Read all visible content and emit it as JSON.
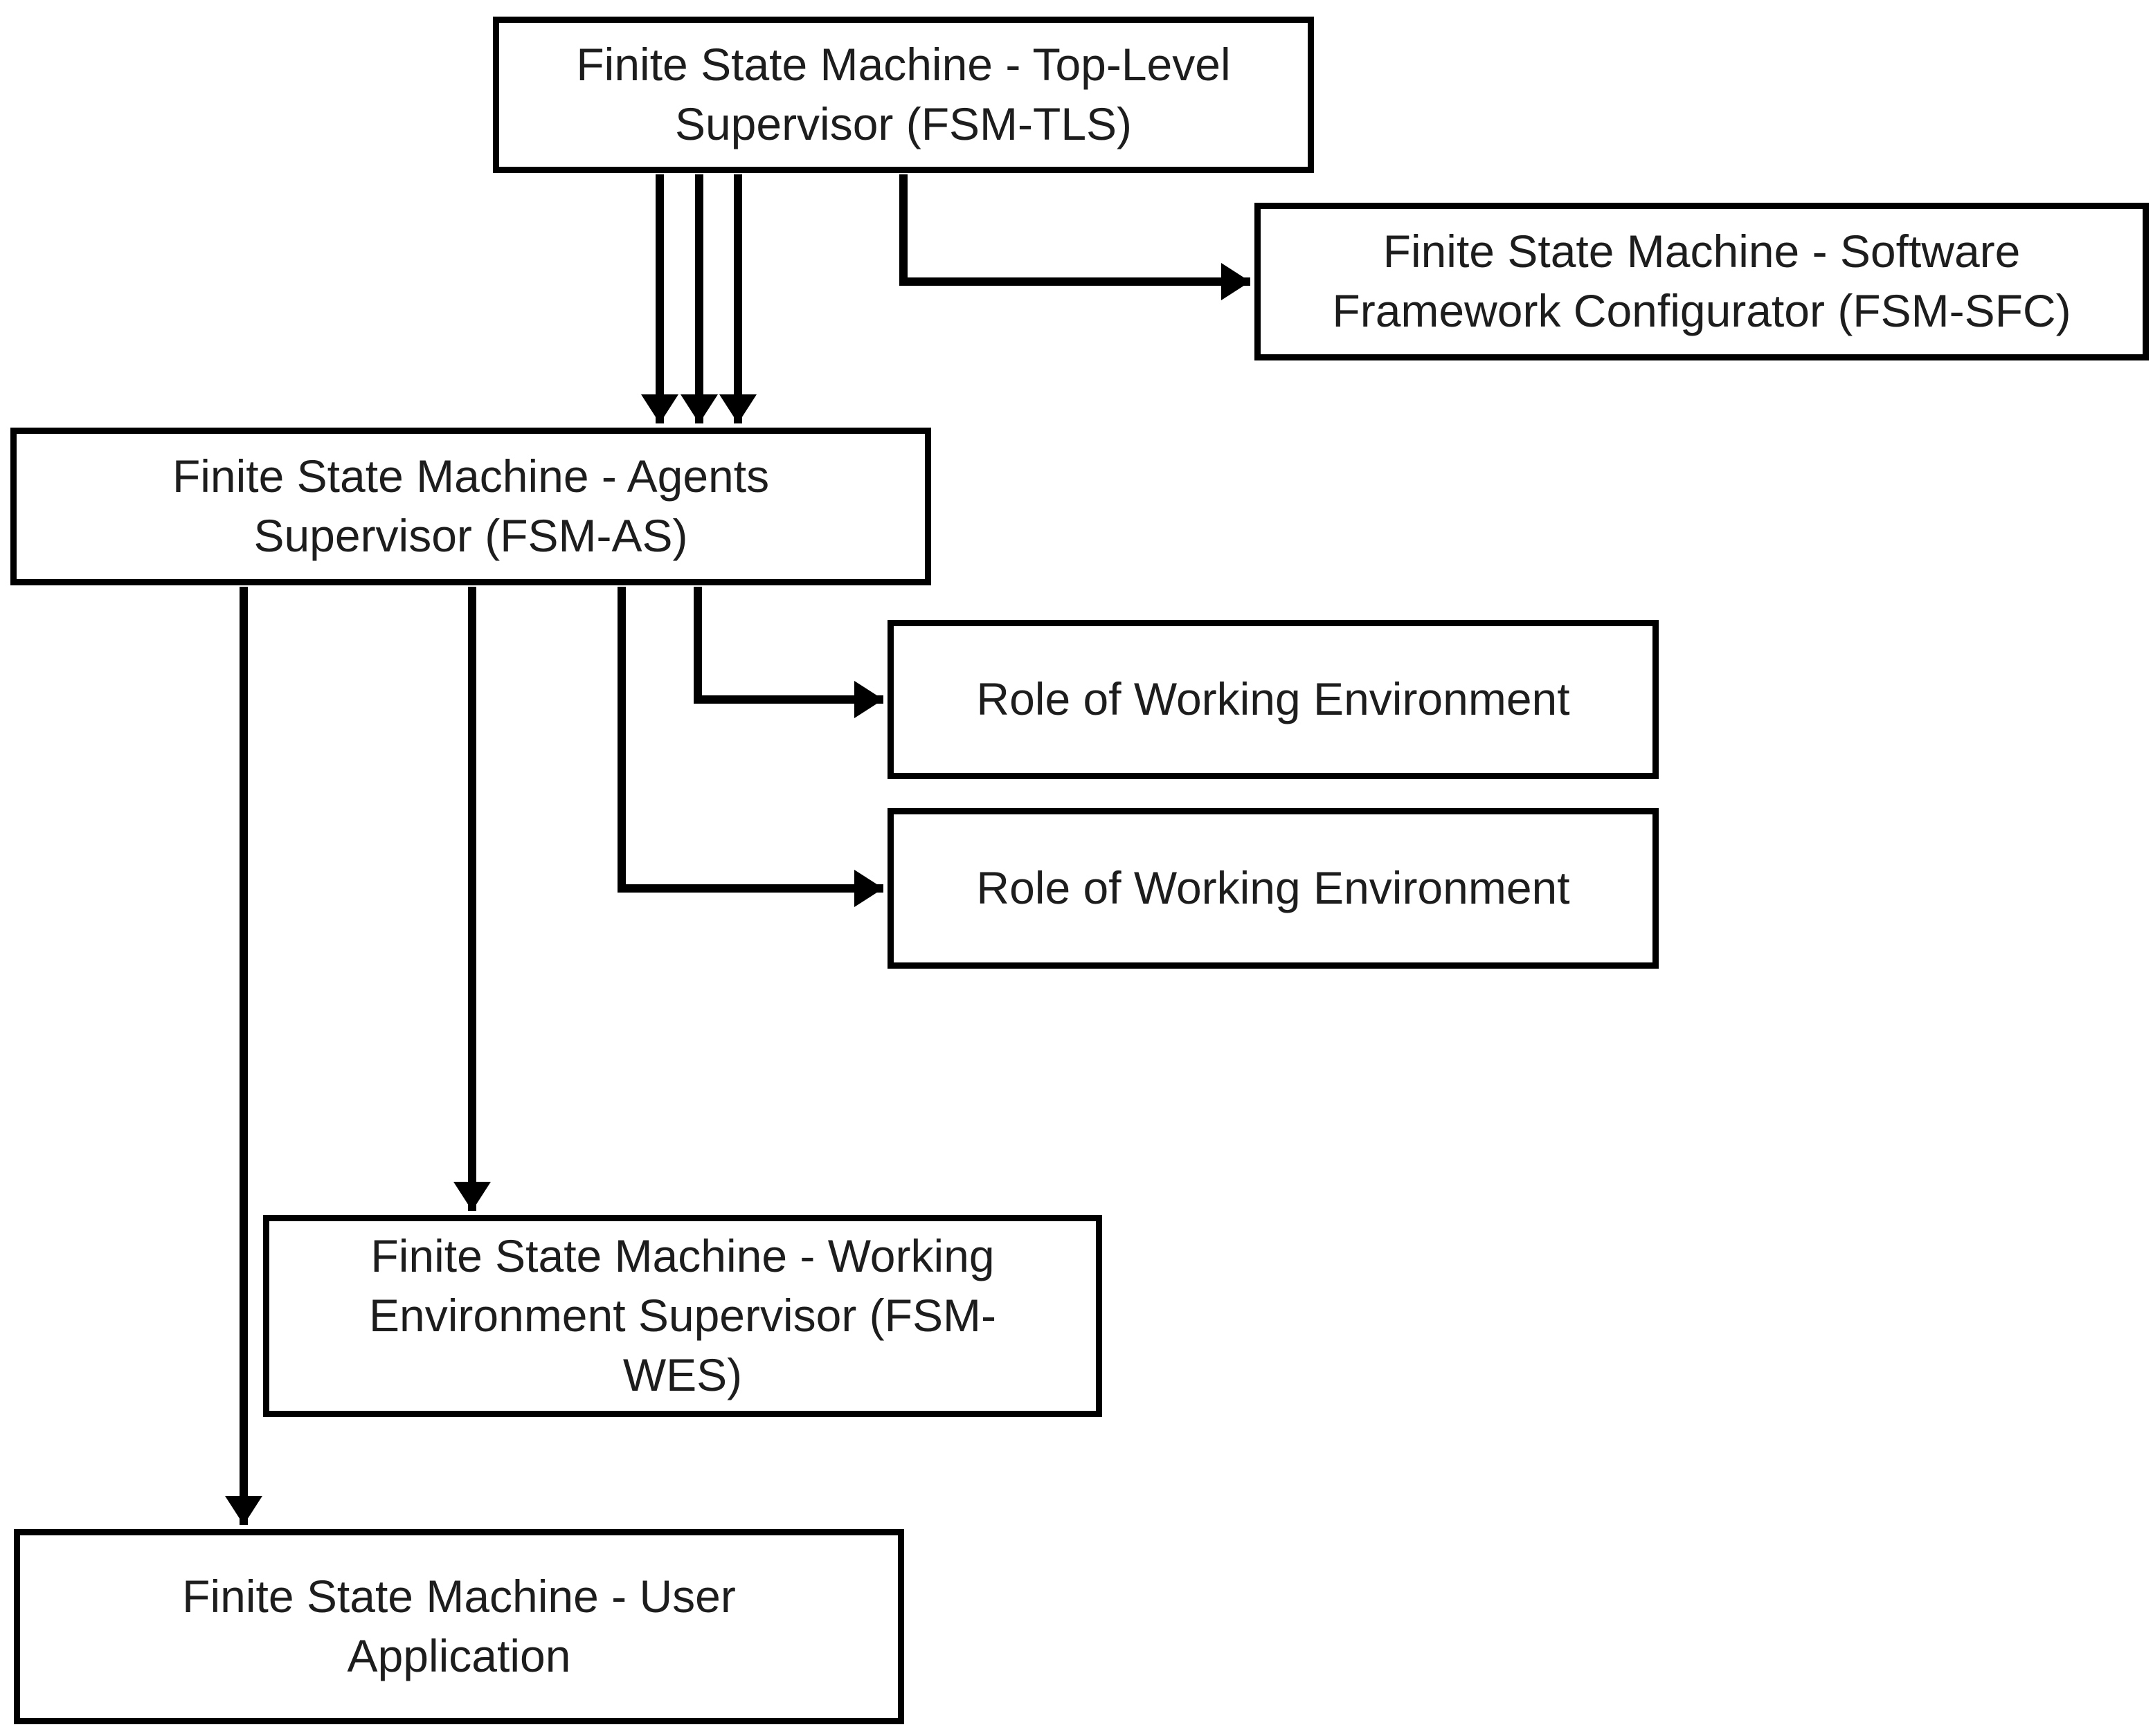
{
  "diagram": {
    "colors": {
      "background": "#ffffff",
      "node_fill": "#ffffff",
      "node_border": "#000000",
      "edge_line": "#000000",
      "text": "#1d1d1d"
    },
    "nodes": {
      "tls": {
        "label": "Finite State Machine - Top-Level\nSupervisor (FSM-TLS)"
      },
      "sfc": {
        "label": "Finite State Machine - Software\nFramework Configurator (FSM-SFC)"
      },
      "agents": {
        "label": "Finite State Machine - Agents\nSupervisor (FSM-AS)"
      },
      "role1": {
        "label": "Role of Working Environment"
      },
      "role2": {
        "label": "Role of Working Environment"
      },
      "wes": {
        "label": "Finite State Machine - Working\nEnvironment Supervisor (FSM-\nWES)"
      },
      "user_app": {
        "label": "Finite State Machine - User\nApplication"
      }
    },
    "edges": [
      {
        "from": "tls",
        "to": "agents",
        "arrows": 3,
        "shape": "three parallel vertical arrows"
      },
      {
        "from": "tls",
        "to": "sfc",
        "arrows": 1,
        "shape": "elbow down then right"
      },
      {
        "from": "agents",
        "to": "role1",
        "arrows": 1,
        "shape": "elbow down then right"
      },
      {
        "from": "agents",
        "to": "role2",
        "arrows": 1,
        "shape": "elbow down then right"
      },
      {
        "from": "agents",
        "to": "wes",
        "arrows": 1,
        "shape": "vertical arrow"
      },
      {
        "from": "agents",
        "to": "user_app",
        "arrows": 1,
        "shape": "vertical arrow"
      }
    ]
  }
}
